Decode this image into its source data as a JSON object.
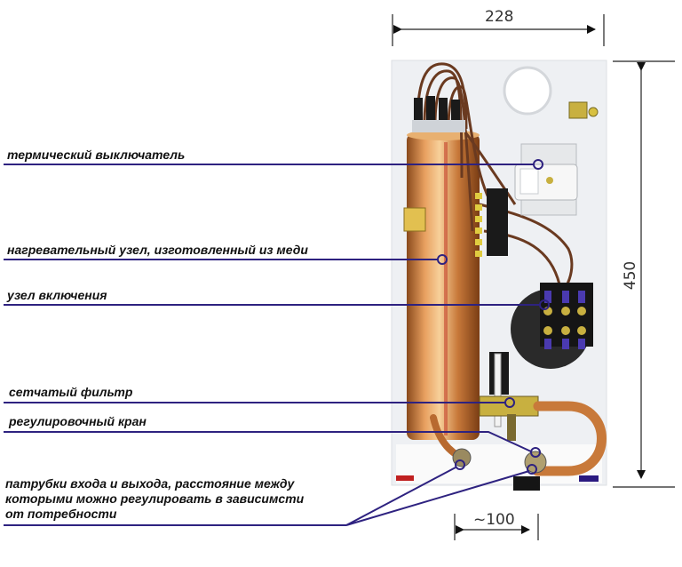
{
  "labels": [
    {
      "id": "thermal-switch",
      "text": "термический выключатель"
    },
    {
      "id": "heating-unit",
      "text": "нагревательный узел, изготовленный из меди"
    },
    {
      "id": "switch-unit",
      "text": "узел включения"
    },
    {
      "id": "mesh-filter",
      "text": "сетчатый фильтр"
    },
    {
      "id": "control-valve",
      "text": "регулировочный кран"
    },
    {
      "id": "pipes",
      "lines": [
        "патрубки входа и выхода, расстояние между",
        "которыми можно регулировать в зависимсти",
        "от потребности"
      ]
    }
  ],
  "dimensions": {
    "width": "228",
    "height": "450",
    "pipe_spacing": "~100"
  },
  "colors": {
    "leader": "#2e2280",
    "copper": "#c8793a",
    "panel": "#f2f3f5",
    "dim_line": "#333333"
  }
}
